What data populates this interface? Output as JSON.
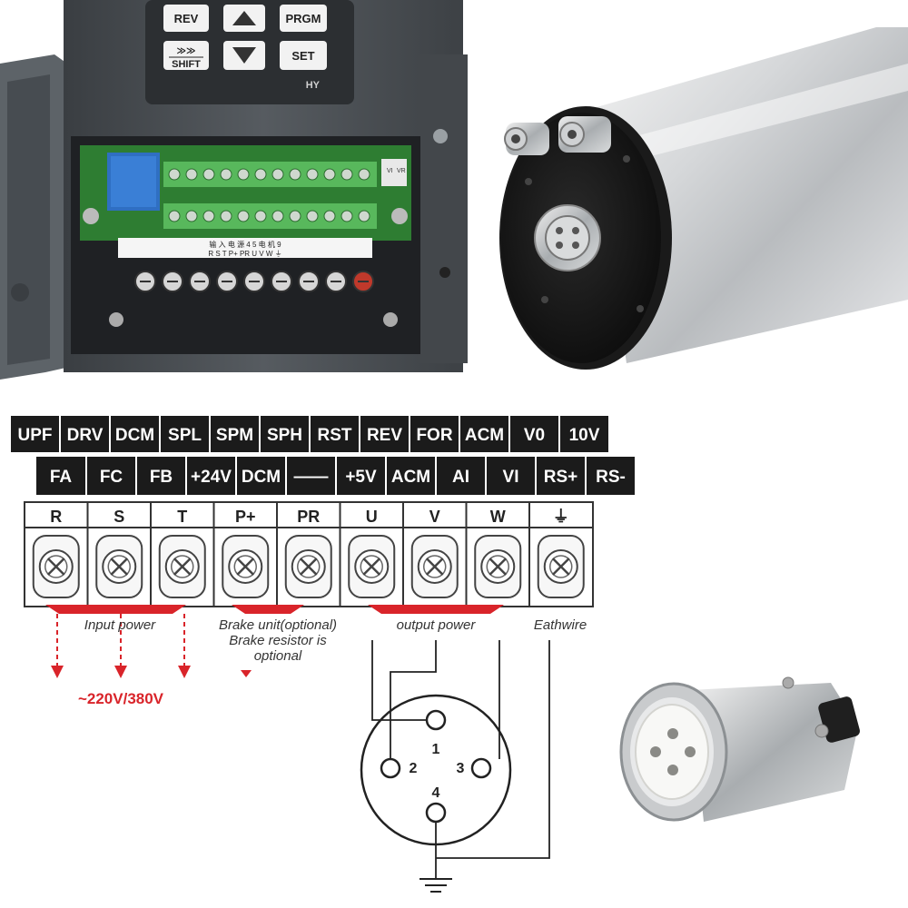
{
  "colors": {
    "label_bg": "#1b1b1b",
    "label_text": "#ffffff",
    "accent_red": "#d9242a",
    "housing": "#4e5358",
    "pcb": "#2e7d32",
    "terminal_green": "#58b85c"
  },
  "keypad": {
    "buttons": [
      "REV",
      "PRGM",
      "SET"
    ],
    "shift_top": "≫≫",
    "shift_label": "SHIFT",
    "brand": "HY"
  },
  "pcb": {
    "bottom_label_cn": "输 入 电 源   4  5   电  机   9",
    "bottom_label_en": "R  S  T  P+ PR  U  V  W  ⏚",
    "pot_label_vi": "VI",
    "pot_label_vr": "VR"
  },
  "control_row1": [
    "UPF",
    "DRV",
    "DCM",
    "SPL",
    "SPM",
    "SPH",
    "RST",
    "REV",
    "FOR",
    "ACM",
    "V0",
    "10V"
  ],
  "control_row2": [
    "FA",
    "FC",
    "FB",
    "+24V",
    "DCM",
    "——",
    "+5V",
    "ACM",
    "AI",
    "VI",
    "RS+",
    "RS-"
  ],
  "power_terminals": [
    "R",
    "S",
    "T",
    "P+",
    "PR",
    "U",
    "V",
    "W",
    "⏚"
  ],
  "annotations": {
    "input_power": "Input power",
    "brake_line1": "Brake unit(optional)",
    "brake_line2": "Brake resistor is",
    "brake_line3": "optional",
    "output_power": "output power",
    "earthwire": "Eathwire",
    "voltage": "~220V/380V"
  },
  "connector_pins": [
    "1",
    "2",
    "3",
    "4"
  ]
}
